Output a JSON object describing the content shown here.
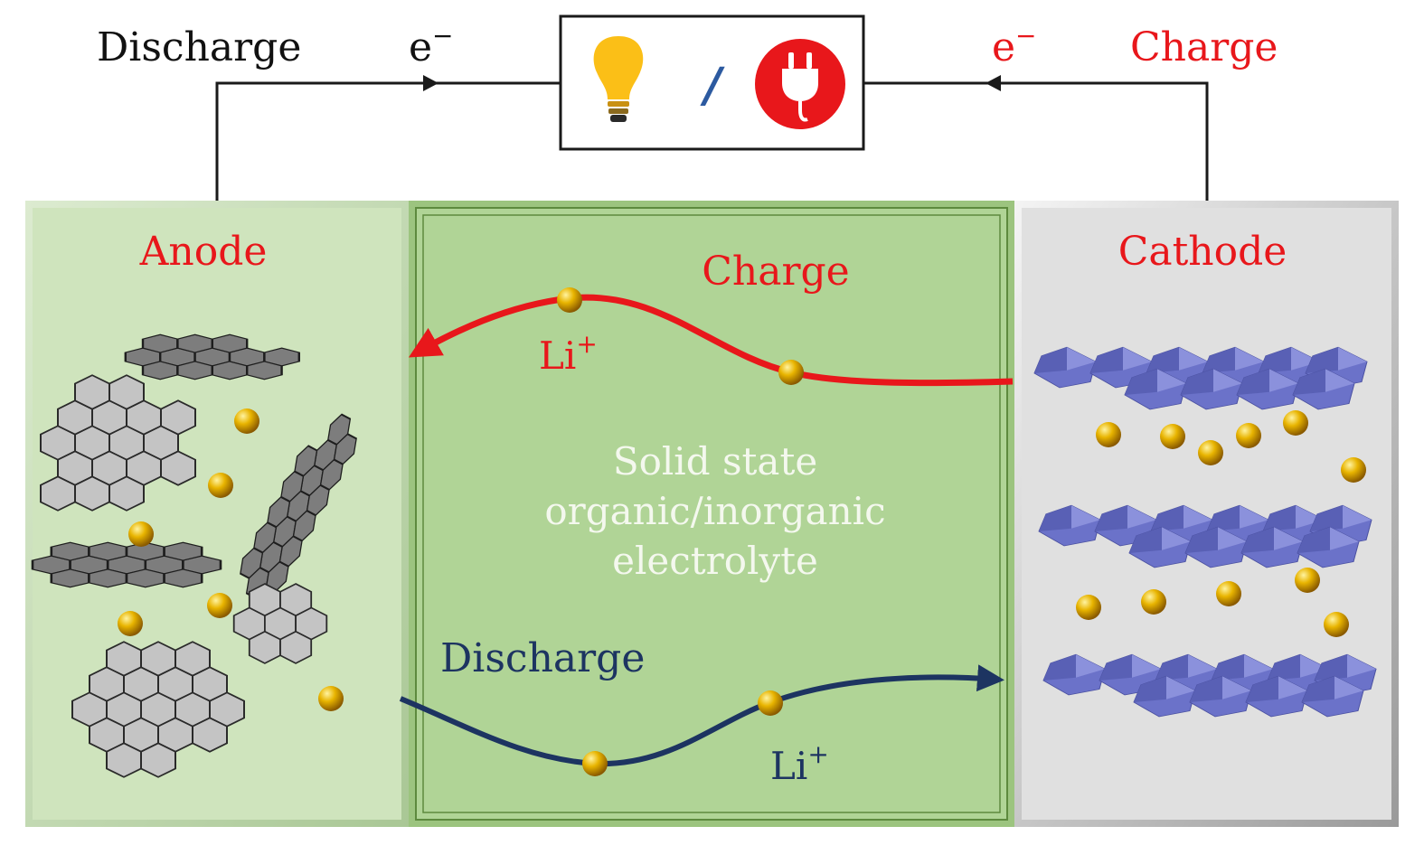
{
  "top": {
    "discharge_label": "Discharge",
    "charge_label": "Charge",
    "electron_left": "e",
    "electron_right": "e",
    "electron_sup": "−",
    "slash": "/",
    "bulb_icon": "lightbulb-icon",
    "plug_icon": "power-plug-icon"
  },
  "anode": {
    "label": "Anode"
  },
  "cathode": {
    "label": "Cathode"
  },
  "electrolyte": {
    "line1": "Solid state",
    "line2": "organic/inorganic",
    "line3": "electrolyte"
  },
  "charge_path": {
    "label": "Charge",
    "ion": "Li",
    "ion_sup": "+"
  },
  "discharge_path": {
    "label": "Discharge",
    "ion": "Li",
    "ion_sup": "+"
  },
  "colors": {
    "charge": "#e8171b",
    "discharge": "#1d3461",
    "anode_bg": "#cfe4bd",
    "electrolyte_bg": "#b0d496",
    "cathode_bg": "#e0e0e0",
    "lithium": "#e8b400",
    "graphene_light": "#c4c4c4",
    "graphene_dark": "#7a7a7a",
    "octahedra": "#6b72c9"
  }
}
